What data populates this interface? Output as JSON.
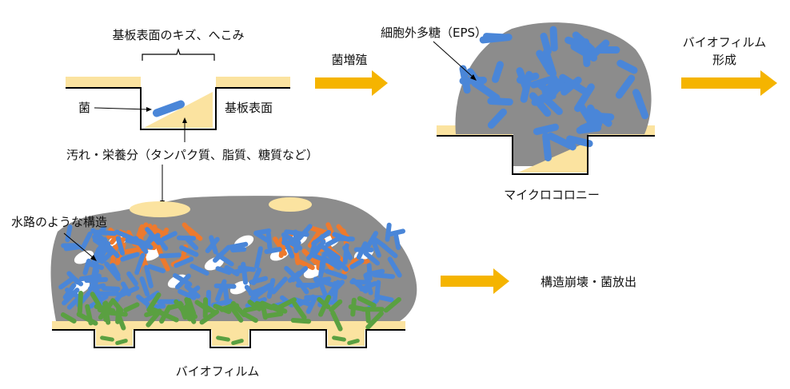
{
  "labels": {
    "scratch": "基板表面のキズ、へこみ",
    "bacteria": "菌",
    "substrate": "基板表面",
    "nutrients": "汚れ・栄養分（タンパク質、脂質、糖質など）",
    "proliferation": "菌増殖",
    "eps": "細胞外多糖（EPS）",
    "microcolony": "マイクロコロニー",
    "biofilm_formation_1": "バイオフィルム",
    "biofilm_formation_2": "形成",
    "water_channel": "水路のような構造",
    "collapse": "構造崩壊・菌放出",
    "biofilm": "バイオフィルム"
  },
  "colors": {
    "substrate": "#fbe3a0",
    "matrix": "#8c8c8c",
    "bacteria_blue": "#4a86d8",
    "bacteria_orange": "#ed7a2e",
    "bacteria_green": "#5aa041",
    "arrow": "#f5b400",
    "line": "#000000"
  }
}
